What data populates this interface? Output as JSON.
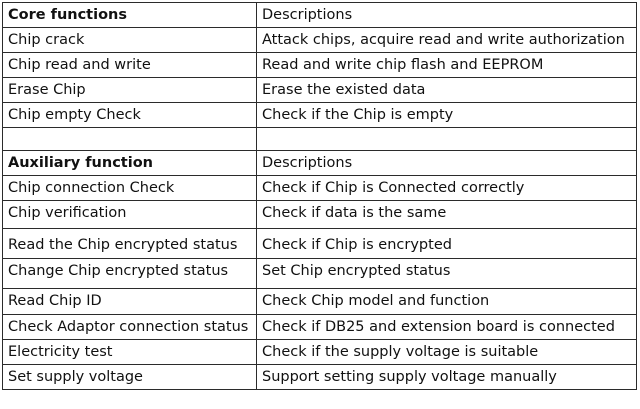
{
  "sections": {
    "core": {
      "header": [
        "Core functions",
        "Descriptions"
      ],
      "rows": [
        [
          "Chip crack",
          "Attack chips, acquire read and write authorization"
        ],
        [
          "Chip read and write",
          "Read and write chip flash and EEPROM"
        ],
        [
          "Erase Chip",
          "Erase the existed data"
        ],
        [
          "Chip empty Check",
          "Check if the Chip is empty"
        ]
      ]
    },
    "auxiliary": {
      "header": [
        "Auxiliary function",
        "Descriptions"
      ],
      "rows": [
        [
          "Chip connection Check",
          "Check if Chip is Connected correctly"
        ],
        [
          "Chip verification",
          "Check if data is the same"
        ],
        [
          "Read the Chip encrypted status",
          "Check if Chip is encrypted"
        ],
        [
          "Change Chip encrypted status",
          "Set Chip encrypted status"
        ],
        [
          "Read Chip ID",
          "Check Chip model and function"
        ],
        [
          "Check Adaptor connection status",
          "Check if DB25 and extension board is connected"
        ],
        [
          "Electricity test",
          "Check if the supply voltage is suitable"
        ],
        [
          "Set supply voltage",
          "Support setting supply voltage manually"
        ]
      ]
    }
  }
}
